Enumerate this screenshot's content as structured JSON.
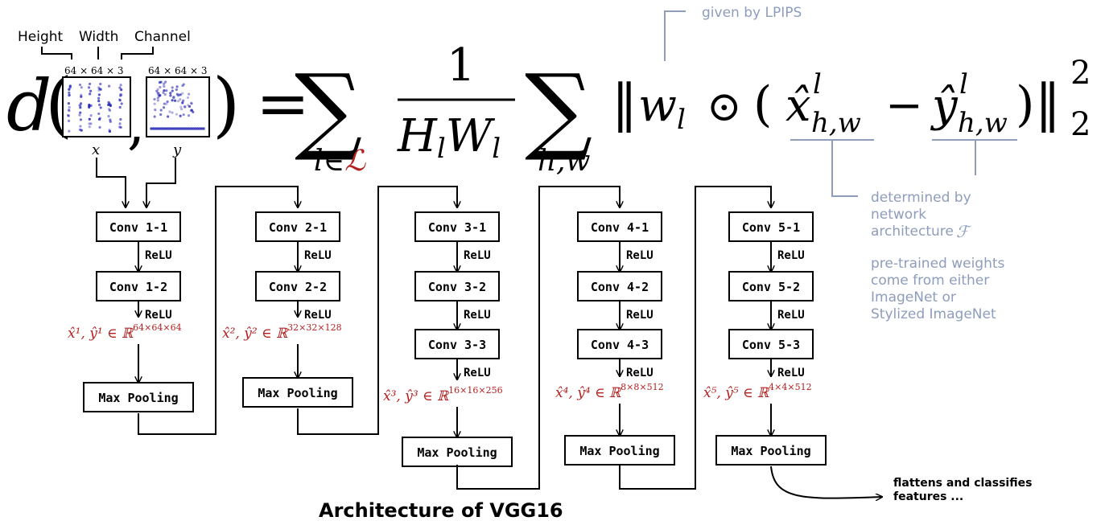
{
  "colors": {
    "annotation": "#8e9dbc",
    "feature_math": "#b3201f",
    "scatter": "#1f1fb4"
  },
  "dims": {
    "height": "Height",
    "width": "Width",
    "channel": "Channel",
    "x_shape": "64 × 64 × 3",
    "y_shape": "64 × 64 × 3",
    "x_label": "x",
    "y_label": "y"
  },
  "formula": {
    "d": "d",
    "equals": "=",
    "sum": "∑",
    "one": "1",
    "denominator": "H",
    "denominator_sub": "l",
    "denominator_w": "W",
    "denominator_w_sub": "l",
    "sum_l_index": "l∈",
    "sum_l_set": "ℒ",
    "sum_hw_index": "h,w",
    "norm_open": "‖",
    "weight": "w",
    "weight_sub": "l",
    "odot": "⊙",
    "paren_open": "(",
    "x_hat": "x̂",
    "x_sup": "l",
    "x_sub": "h,w",
    "minus": "−",
    "y_hat": "ŷ",
    "y_sup": "l",
    "y_sub": "h,w",
    "paren_close": ")",
    "norm_close": "‖",
    "power": "2",
    "norm_sub": "2"
  },
  "annotations": {
    "lpips": "given by LPIPS",
    "determined": [
      "determined by",
      "network",
      "architecture"
    ],
    "arch_symbol": "ℱ",
    "weights": [
      "pre-trained weights",
      "come from either",
      "ImageNet or",
      "Stylized ImageNet"
    ]
  },
  "blocks": [
    {
      "convs": [
        "Conv 1-1",
        "Conv 1-2"
      ],
      "relu": "ReLU",
      "feature": "x̂¹, ŷ¹ ∈ ℝ",
      "feature_sup": "64×64×64",
      "pool": "Max Pooling"
    },
    {
      "convs": [
        "Conv 2-1",
        "Conv 2-2"
      ],
      "relu": "ReLU",
      "feature": "x̂², ŷ² ∈ ℝ",
      "feature_sup": "32×32×128",
      "pool": "Max Pooling"
    },
    {
      "convs": [
        "Conv 3-1",
        "Conv 3-2",
        "Conv 3-3"
      ],
      "relu": "ReLU",
      "feature": "x̂³, ŷ³ ∈ ℝ",
      "feature_sup": "16×16×256",
      "pool": "Max Pooling"
    },
    {
      "convs": [
        "Conv 4-1",
        "Conv 4-2",
        "Conv 4-3"
      ],
      "relu": "ReLU",
      "feature": "x̂⁴, ŷ⁴ ∈ ℝ",
      "feature_sup": "8×8×512",
      "pool": "Max Pooling"
    },
    {
      "convs": [
        "Conv 5-1",
        "Conv 5-2",
        "Conv 5-3"
      ],
      "relu": "ReLU",
      "feature": "x̂⁵, ŷ⁵ ∈ ℝ",
      "feature_sup": "4×4×512",
      "pool": "Max Pooling"
    }
  ],
  "output_note": [
    "flattens and classifies",
    "features ..."
  ],
  "title": "Architecture of VGG16"
}
